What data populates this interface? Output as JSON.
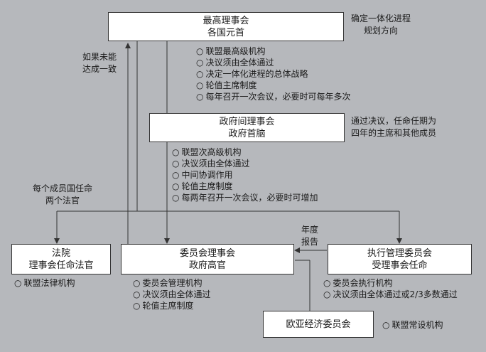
{
  "boxes": {
    "supreme": {
      "line1": "最高理事会",
      "line2": "各国元首"
    },
    "intergov": {
      "line1": "政府间理事会",
      "line2": "政府首脑"
    },
    "court": {
      "line1": "法院",
      "line2": "理事会任命法官"
    },
    "commission_council": {
      "line1": "委员会理事会",
      "line2": "政府高官"
    },
    "executive": {
      "line1": "执行管理委员会",
      "line2": "受理事会任命"
    },
    "eec": {
      "line1": "欧亚经济委员会"
    }
  },
  "notes": {
    "supreme_side": [
      "确定一体化进程",
      "规划方向"
    ],
    "intergov_side": [
      "通过决议，任命任期为",
      "四年的主席和其他成员"
    ],
    "no_consensus": [
      "如果未能",
      "达成一致"
    ],
    "judges": [
      "每个成员国任命",
      "两个法官"
    ],
    "annual_report": [
      "年度",
      "报告"
    ]
  },
  "bullet_symbol": "○",
  "lists": {
    "supreme": [
      "联盟最高级机构",
      "决议须由全体通过",
      "决定一体化进程的总体战略",
      "轮值主席制度",
      "每年召开一次会议，必要时可每年多次"
    ],
    "intergov": [
      "联盟次高级机构",
      "决议须由全体通过",
      "中间协调作用",
      "轮值主席制度",
      "每两年召开一次会议，必要时可增加"
    ],
    "court": [
      "联盟法律机构"
    ],
    "commission_council": [
      "委员会管理机构",
      "决议须由全体通过",
      "轮值主席制度"
    ],
    "executive": [
      "委员会执行机构",
      "决议须由全体通过或2/3多数通过"
    ],
    "eec": [
      "联盟常设机构"
    ]
  }
}
